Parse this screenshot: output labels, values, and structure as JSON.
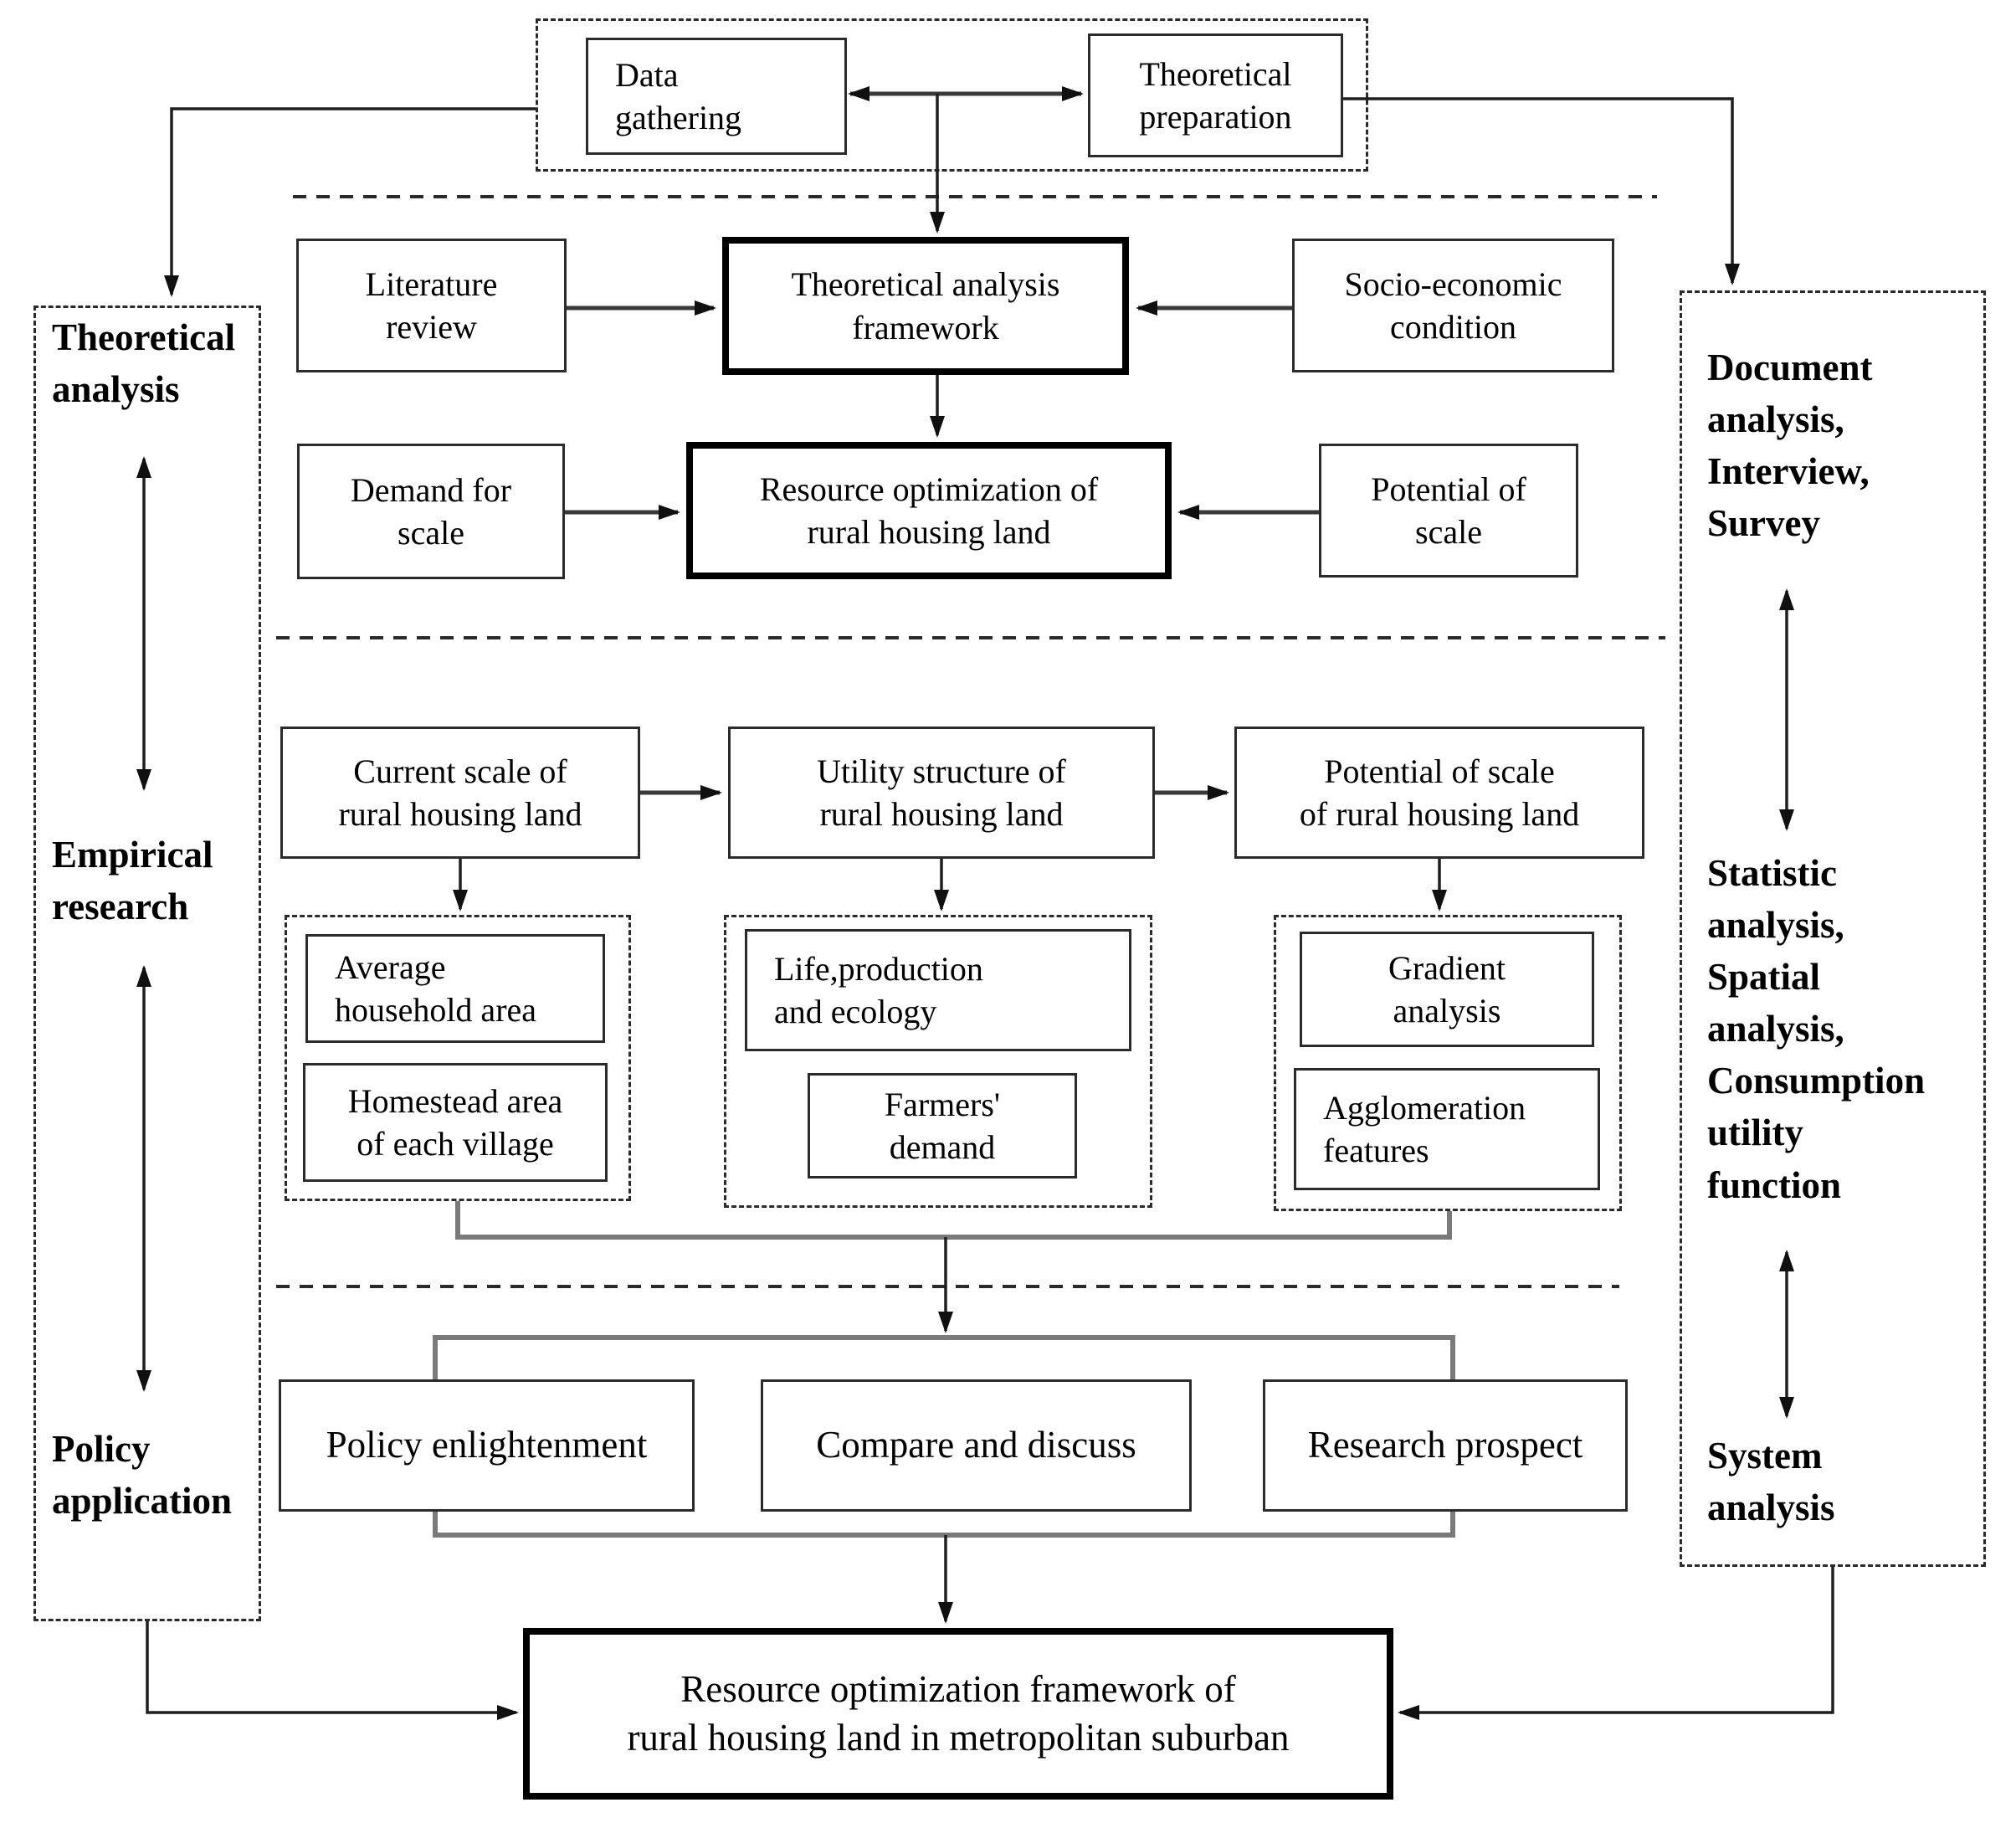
{
  "diagram": {
    "top": {
      "data_gathering": "Data\ngathering",
      "theoretical_preparation": "Theoretical\npreparation"
    },
    "theory_section": {
      "literature_review": "Literature\nreview",
      "framework": "Theoretical analysis\nframework",
      "socio_economic": "Socio-economic\ncondition",
      "demand_for_scale": "Demand for\nscale",
      "resource_optimization": "Resource optimization of\nrural housing land",
      "potential_of_scale": "Potential of\nscale"
    },
    "empirical_section": {
      "current_scale": "Current scale of\nrural housing land",
      "utility_structure": "Utility structure of\nrural housing land",
      "potential_scale": "Potential of scale\nof rural housing land",
      "average_household": "Average\nhousehold area",
      "homestead_area": "Homestead area\nof each village",
      "life_production": "Life,production\nand ecology",
      "farmers_demand": "Farmers'\ndemand",
      "gradient_analysis": "Gradient\nanalysis",
      "agglomeration": "Agglomeration\nfeatures"
    },
    "discussion_section": {
      "policy_enlightenment": "Policy enlightenment",
      "compare_discuss": "Compare and discuss",
      "research_prospect": "Research prospect"
    },
    "result": "Resource optimization framework of\nrural housing land in metropolitan suburban",
    "left_panel": {
      "theoretical_analysis": "Theoretical\nanalysis",
      "empirical_research": "Empirical\nresearch",
      "policy_application": "Policy\napplication"
    },
    "right_panel": {
      "methods_document": "Document\nanalysis,\nInterview,\nSurvey",
      "methods_statistic": "Statistic\nanalysis,\nSpatial\nanalysis,\nConsumption\nutility\nfunction",
      "methods_system": "System\nanalysis"
    },
    "colors": {
      "background": "#ffffff",
      "line": "#1f1f1f",
      "collector_gray": "#7a7a7a",
      "text": "#000000"
    }
  }
}
